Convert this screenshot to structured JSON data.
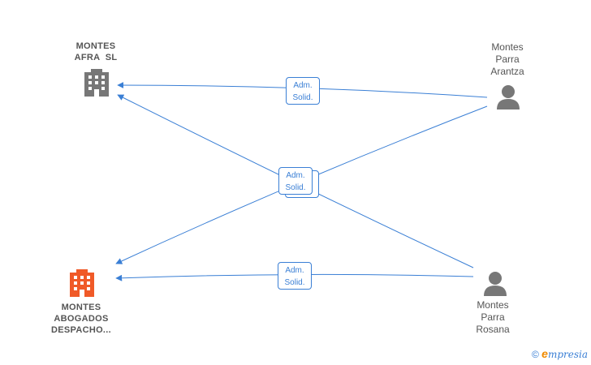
{
  "nodes": {
    "montes_afra": {
      "label_lines": [
        "MONTES",
        "AFRA  SL"
      ],
      "icon": "building-icon",
      "color": "#777777"
    },
    "montes_abogados": {
      "label_lines": [
        "MONTES",
        "ABOGADOS",
        "DESPACHO..."
      ],
      "icon": "building-icon",
      "color": "#f05a28"
    },
    "arantza": {
      "label_lines": [
        "Montes",
        "Parra",
        "Arantza"
      ],
      "icon": "person-icon",
      "color": "#777777"
    },
    "rosana": {
      "label_lines": [
        "Montes",
        "Parra",
        "Rosana"
      ],
      "icon": "person-icon",
      "color": "#777777"
    }
  },
  "edges": [
    {
      "from": "arantza",
      "to": "montes_afra",
      "label_lines": [
        "Adm.",
        "Solid."
      ]
    },
    {
      "from": "rosana",
      "to": "montes_afra",
      "label_lines": [
        "Adm.",
        "Solid."
      ]
    },
    {
      "from": "arantza",
      "to": "montes_abogados",
      "label_lines": [
        "Adm.",
        "Solid."
      ]
    },
    {
      "from": "rosana",
      "to": "montes_abogados",
      "label_lines": [
        "Adm.",
        "Solid."
      ]
    }
  ],
  "edge_color": "#3a7fd5",
  "footer": {
    "copyright": "©",
    "brand_initial": "e",
    "brand_rest": "mpresia"
  }
}
